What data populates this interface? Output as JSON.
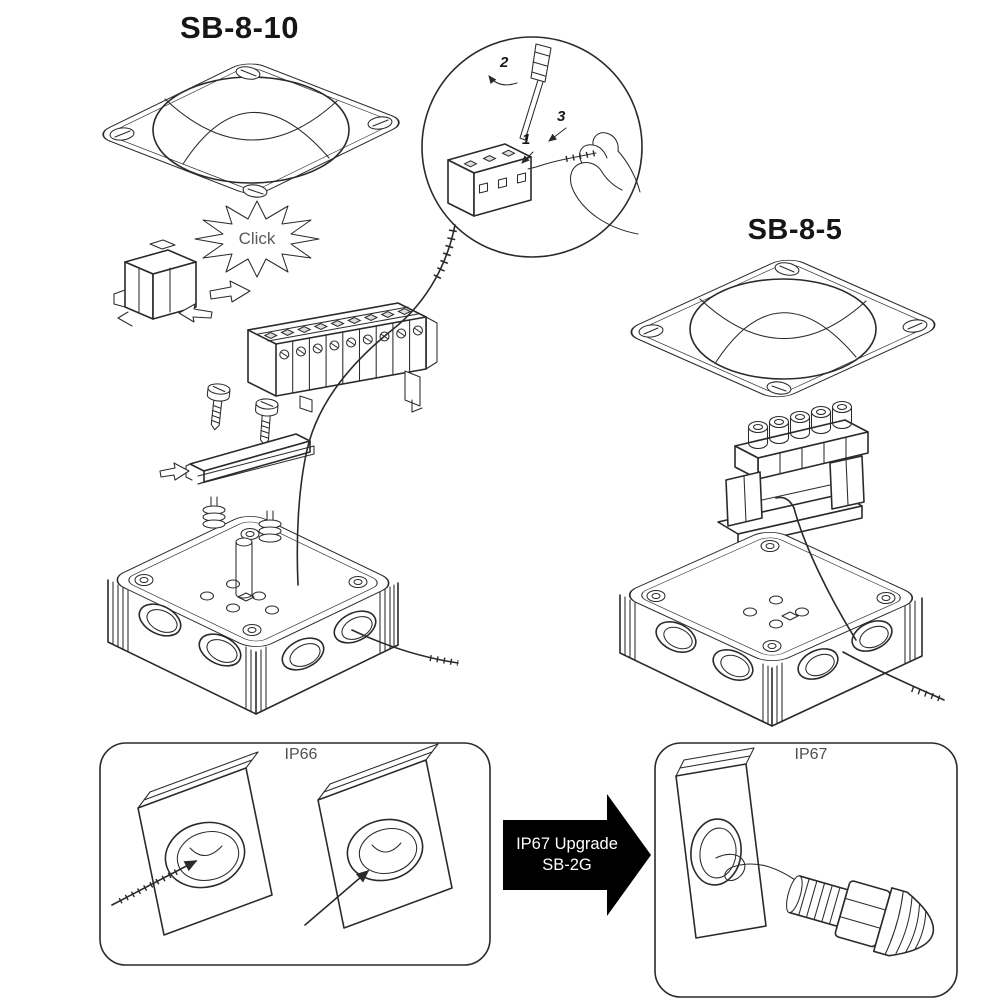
{
  "titles": {
    "left": "SB-8-10",
    "right": "SB-8-5"
  },
  "labels": {
    "click": "Click",
    "ip66": "IP66",
    "ip67": "IP67"
  },
  "steps": {
    "s1": "1",
    "s2": "2",
    "s3": "3"
  },
  "upgrade_arrow": {
    "line1": "IP67 Upgrade",
    "line2": "SB-2G"
  },
  "colors": {
    "line": "#2a2a2a",
    "upgrade_arrow_fill": "#000000",
    "upgrade_arrow_text": "#ffffff",
    "label_gray": "#4f4f4f",
    "background": "#ffffff"
  }
}
